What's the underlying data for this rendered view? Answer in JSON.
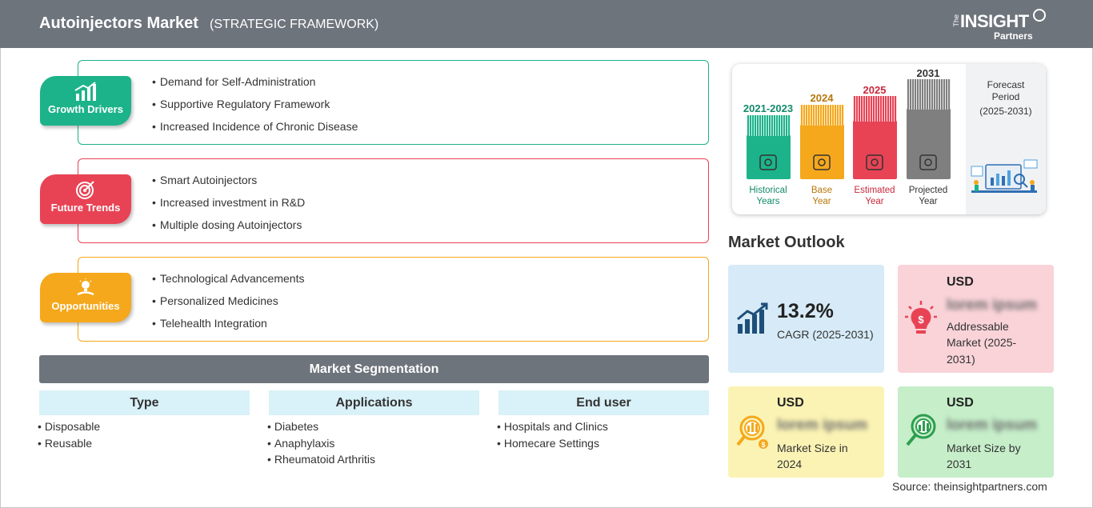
{
  "header": {
    "title": "Autoinjectors Market",
    "subtitle": "(STRATEGIC FRAMEWORK)",
    "logo": {
      "the": "The",
      "insight": "INSIGHT",
      "partners": "Partners"
    }
  },
  "framework": [
    {
      "label": "Growth Drivers",
      "color": "#1db38a",
      "icon": "bar-growth-icon",
      "items": [
        "Demand for Self-Administration",
        "Supportive Regulatory Framework",
        "Increased Incidence of Chronic Disease"
      ]
    },
    {
      "label": "Future Trends",
      "color": "#e84355",
      "icon": "target-icon",
      "items": [
        "Smart Autoinjectors",
        "Increased investment in R&D",
        "Multiple dosing Autoinjectors"
      ]
    },
    {
      "label": "Opportunities",
      "color": "#f5a81c",
      "icon": "lightbulb-hand-icon",
      "items": [
        "Technological Advancements",
        "Personalized Medicines",
        "Telehealth Integration"
      ]
    }
  ],
  "segmentation": {
    "title": "Market Segmentation",
    "columns": [
      {
        "heading": "Type",
        "items": [
          "Disposable",
          "Reusable"
        ]
      },
      {
        "heading": "Applications",
        "items": [
          "Diabetes",
          "Anaphylaxis",
          "Rheumatoid Arthritis"
        ]
      },
      {
        "heading": "End user",
        "items": [
          "Hospitals and Clinics",
          "Homecare Settings"
        ]
      }
    ]
  },
  "timeline": {
    "periods": [
      {
        "year": "2021-2023",
        "caption_1": "Historical",
        "caption_2": "Years",
        "color": "#1db38a",
        "icon": "history-clock-icon"
      },
      {
        "year": "2024",
        "caption_1": "Base",
        "caption_2": "Year",
        "color": "#f5a81c",
        "icon": "calendar-icon"
      },
      {
        "year": "2025",
        "caption_1": "Estimated",
        "caption_2": "Year",
        "color": "#e84355",
        "icon": "gears-icon"
      },
      {
        "year": "2031",
        "caption_1": "Projected",
        "caption_2": "Year",
        "color": "#7f7f7f",
        "icon": "presentation-board-icon"
      }
    ],
    "forecast": {
      "line_1": "Forecast",
      "line_2": "Period",
      "line_3": "(2025-2031)"
    }
  },
  "outlook": {
    "title": "Market Outlook",
    "cagr": {
      "value": "13.2%",
      "label": "CAGR (2025-2031)",
      "bg": "#d6ebf7"
    },
    "addressable": {
      "usd": "USD",
      "value": "lorem ipsum",
      "label_1": "Addressable",
      "label_2": "Market (2025-",
      "label_3": "2031)",
      "bg": "#f9d3d8"
    },
    "size_2024": {
      "usd": "USD",
      "value": "lorem ipsum",
      "label_1": "Market Size in",
      "label_2": "2024",
      "bg": "#fbf3b4"
    },
    "size_2031": {
      "usd": "USD",
      "value": "lorem ipsum",
      "label_1": "Market Size by",
      "label_2": "2031",
      "bg": "#c5eec9"
    }
  },
  "source": "Source: theinsightpartners.com"
}
